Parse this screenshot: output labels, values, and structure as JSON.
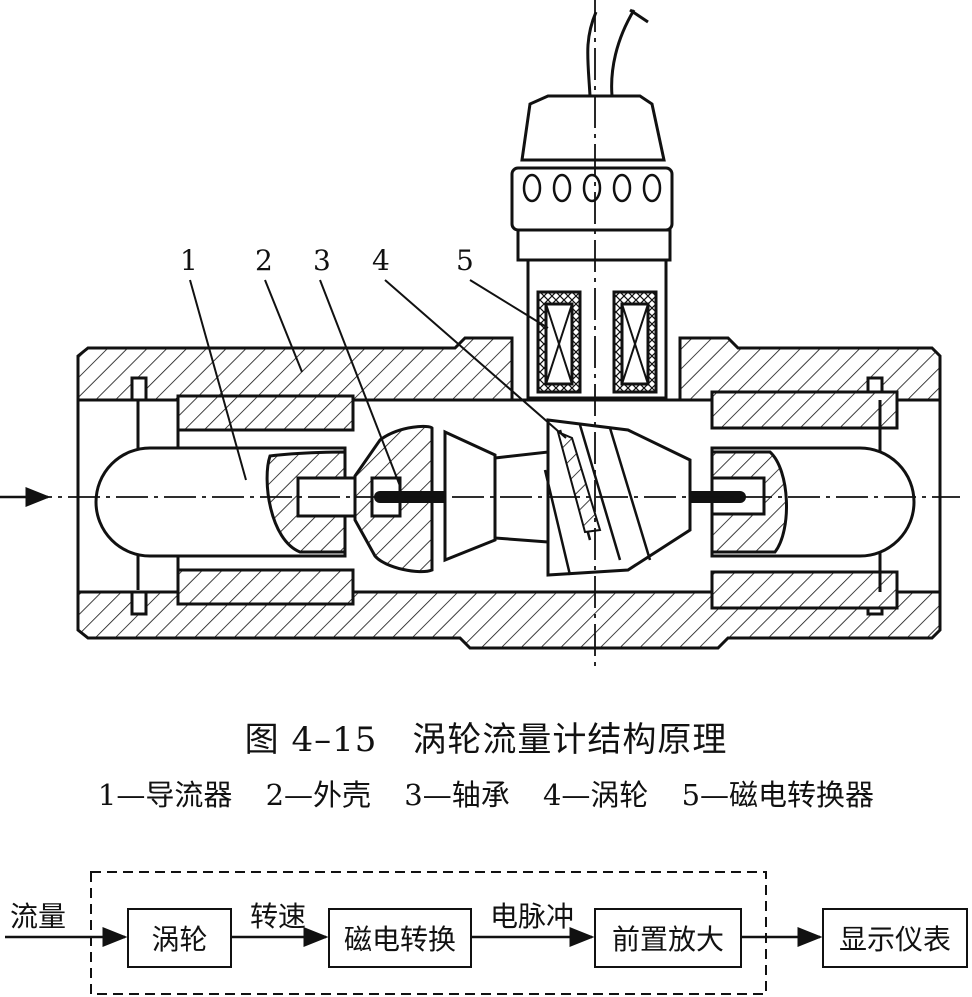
{
  "part_numbers": [
    "1",
    "2",
    "3",
    "4",
    "5"
  ],
  "figure_title": "图 4–15　涡轮流量计结构原理",
  "legend": [
    "1—导流器",
    "2—外壳",
    "3—轴承",
    "4—涡轮",
    "5—磁电转换器"
  ],
  "block_diagram": {
    "input_label": "流量",
    "blocks": [
      "涡轮",
      "磁电转换",
      "前置放大",
      "显示仪表"
    ],
    "arrow_labels": [
      "转速",
      "电脉冲"
    ]
  }
}
